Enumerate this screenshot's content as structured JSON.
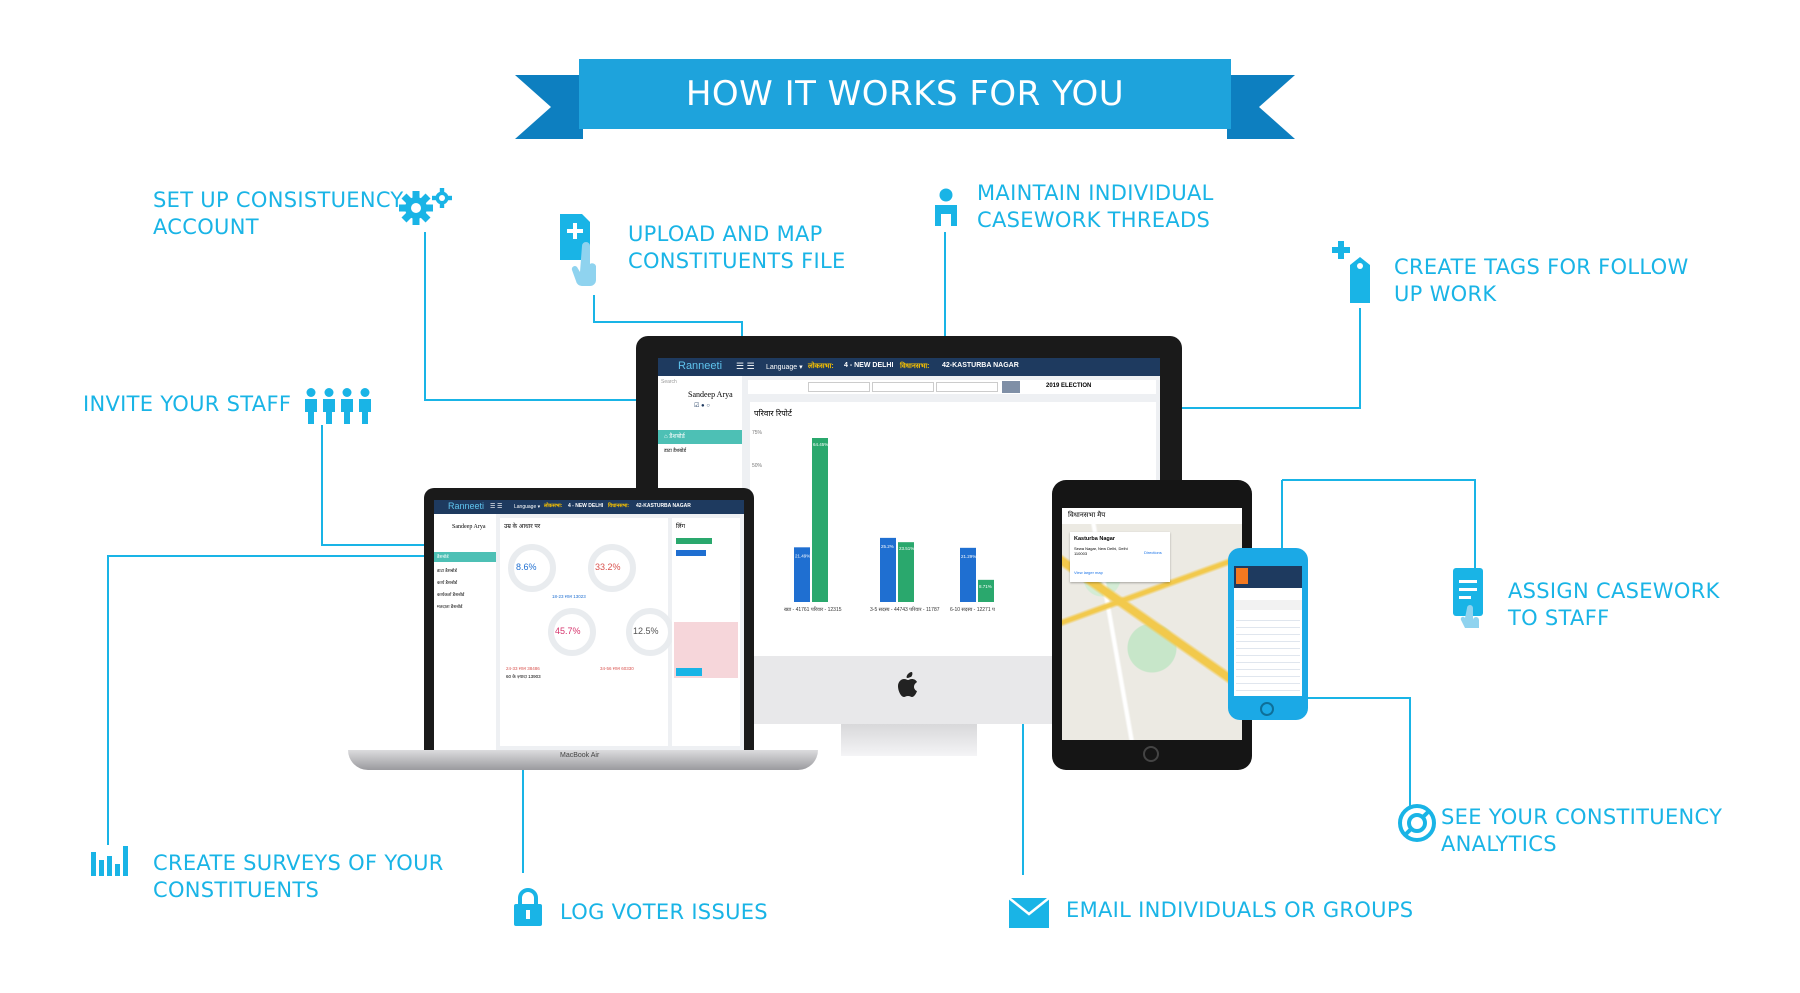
{
  "banner": {
    "title": "HOW IT WORKS FOR YOU"
  },
  "features": {
    "setup": [
      "SET UP CONSISTUENCY",
      "ACCOUNT"
    ],
    "upload": [
      "UPLOAD AND MAP",
      "CONSTITUENTS FILE"
    ],
    "casework": [
      "MAINTAIN INDIVIDUAL",
      "CASEWORK THREADS"
    ],
    "tags": [
      "CREATE TAGS FOR FOLLOW",
      "UP WORK"
    ],
    "staff": [
      "INVITE YOUR STAFF"
    ],
    "assign": [
      "ASSIGN CASEWORK",
      "TO STAFF"
    ],
    "analytics": [
      "SEE YOUR CONSTITUENCY",
      "ANALYTICS"
    ],
    "surveys": [
      "CREATE SURVEYS OF YOUR",
      "CONSTITUENTS"
    ],
    "log": [
      "LOG VOTER ISSUES"
    ],
    "email": [
      "EMAIL INDIVIDUALS OR GROUPS"
    ]
  },
  "imac": {
    "logo": "Ranneeti",
    "language": "Language ▾",
    "lok_label": "लोकसभा:",
    "lok_value": "4 - NEW DELHI",
    "vidhan_label": "विधानसभा:",
    "vidhan_value": "42-KASTURBA NAGAR",
    "user": "Sandeep Arya",
    "search": "Search",
    "menu_dashboard": "डैशबोर्ड",
    "menu_sub": "डाटा डैशबोर्ड",
    "election": "2019 ELECTION",
    "report_title": "परिवार रिपोर्ट",
    "bar_labels": [
      "64.45%",
      "21.49%",
      "25.2%",
      "23.51%",
      "21.29%",
      "8.71%"
    ],
    "x_labels": [
      "ख्या - 41761 परिवार - 12315",
      "3-5 सदस्य - 44743 परिवार - 11787",
      "6-10 सदस्य - 12271 प"
    ],
    "y_labels": [
      "75%",
      "50%"
    ]
  },
  "laptop": {
    "logo": "Ranneeti",
    "language": "Language ▾",
    "lok_label": "लोकसभा:",
    "lok_value": "4 - NEW DELHI",
    "vidhan_label": "विधानसभा:",
    "vidhan_value": "42-KASTURBA NAGAR",
    "user": "Sandeep Arya",
    "panel_title": "उम्र के आधार पर",
    "donuts": [
      "8.6%",
      "33.2%",
      "45.7%",
      "12.5%"
    ],
    "donut_captions": [
      "18-23 साल 13023",
      "24-33 साल 38486",
      "34-56 साल 60330",
      "60 के ज़्यादा 13903"
    ],
    "side_title": "लिंग",
    "brand": "MacBook Air",
    "menu": [
      "डैशबोर्ड",
      "डाटा डैशबोर्ड",
      "कार्य डैशबोर्ड",
      "कार्यकर्ता डैशबोर्ड",
      "मतदाता डैशबोर्ड"
    ]
  },
  "tablet": {
    "title": "विधानसभा मैप",
    "place": "Kasturba Nagar",
    "address": "Sewa Nagar, New Delhi, Delhi 110003",
    "directions": "Directions",
    "view_larger": "View larger map"
  },
  "colors": {
    "accent": "#19b4e6",
    "bar_blue": "#1f6fd1",
    "bar_green": "#2aa86d",
    "navbar": "#1e3a5f"
  }
}
